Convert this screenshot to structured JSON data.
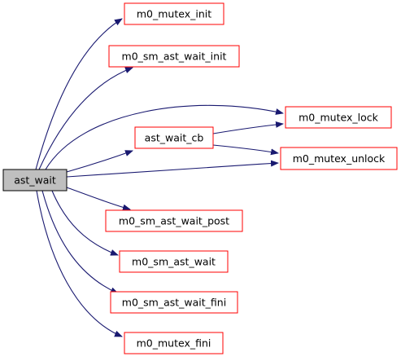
{
  "diagram": {
    "colors": {
      "edge": "#191970",
      "node_border": "#ff0000",
      "node_fill": "#ffffff",
      "root_fill": "#bfbfbf",
      "root_border": "#000000"
    },
    "root": {
      "id": "ast_wait",
      "label": "ast_wait"
    },
    "nodes": [
      {
        "id": "m0_mutex_init",
        "label": "m0_mutex_init"
      },
      {
        "id": "m0_sm_ast_wait_init",
        "label": "m0_sm_ast_wait_init"
      },
      {
        "id": "ast_wait_cb",
        "label": "ast_wait_cb"
      },
      {
        "id": "m0_mutex_lock",
        "label": "m0_mutex_lock"
      },
      {
        "id": "m0_mutex_unlock",
        "label": "m0_mutex_unlock"
      },
      {
        "id": "m0_sm_ast_wait_post",
        "label": "m0_sm_ast_wait_post"
      },
      {
        "id": "m0_sm_ast_wait",
        "label": "m0_sm_ast_wait"
      },
      {
        "id": "m0_sm_ast_wait_fini",
        "label": "m0_sm_ast_wait_fini"
      },
      {
        "id": "m0_mutex_fini",
        "label": "m0_mutex_fini"
      }
    ],
    "edges": [
      {
        "from": "ast_wait",
        "to": "m0_mutex_init"
      },
      {
        "from": "ast_wait",
        "to": "m0_sm_ast_wait_init"
      },
      {
        "from": "ast_wait",
        "to": "m0_mutex_lock"
      },
      {
        "from": "ast_wait",
        "to": "ast_wait_cb"
      },
      {
        "from": "ast_wait",
        "to": "m0_mutex_unlock"
      },
      {
        "from": "ast_wait",
        "to": "m0_sm_ast_wait_post"
      },
      {
        "from": "ast_wait",
        "to": "m0_sm_ast_wait"
      },
      {
        "from": "ast_wait",
        "to": "m0_sm_ast_wait_fini"
      },
      {
        "from": "ast_wait",
        "to": "m0_mutex_fini"
      },
      {
        "from": "ast_wait_cb",
        "to": "m0_mutex_lock"
      },
      {
        "from": "ast_wait_cb",
        "to": "m0_mutex_unlock"
      }
    ]
  }
}
